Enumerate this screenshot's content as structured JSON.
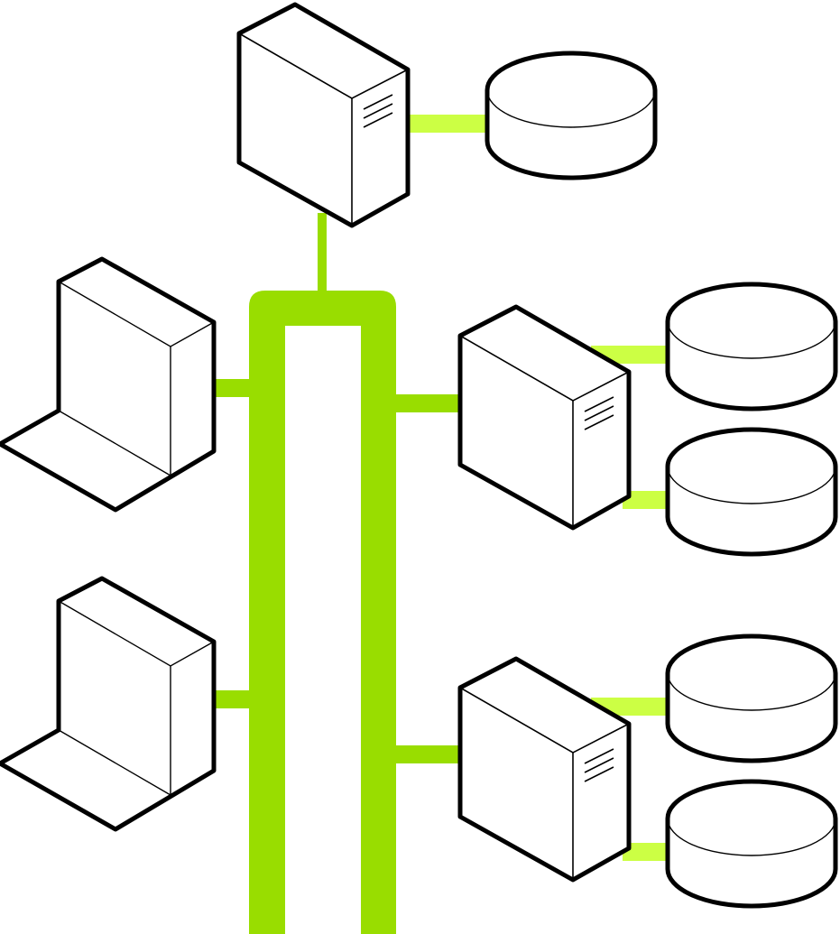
{
  "colors": {
    "backbone": "#99dd00",
    "link": "#ccff44",
    "link_backbone_side": "#99dd00",
    "outline": "#000000",
    "fill": "#ffffff",
    "background": "#ffffff"
  },
  "icons": {
    "server": "server-tower-icon",
    "database": "database-cylinder-icon",
    "laptop": "laptop-icon"
  },
  "nodes": {
    "servers": [
      "top-server",
      "middle-server",
      "bottom-server"
    ],
    "databases": [
      "top-database",
      "middle-database-1",
      "middle-database-2",
      "bottom-database-1",
      "bottom-database-2"
    ],
    "laptops": [
      "upper-laptop",
      "lower-laptop"
    ]
  }
}
